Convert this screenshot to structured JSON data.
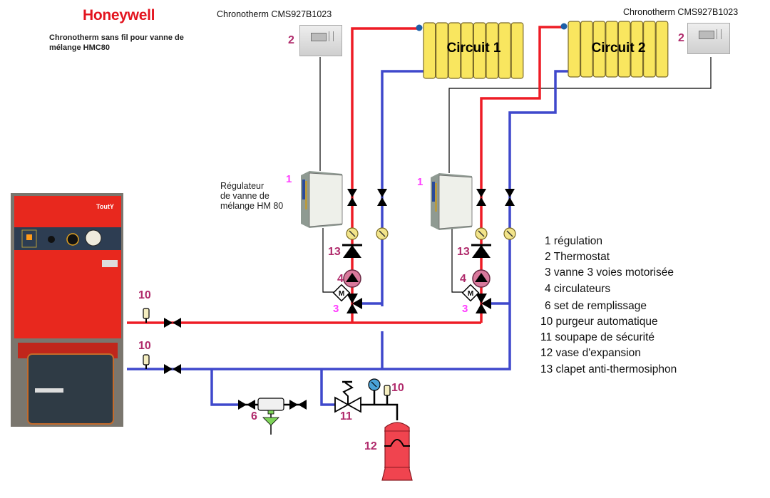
{
  "header": {
    "brand": "Honeywell",
    "subtitle": "Chronotherm sans fil pour vanne de mélange HMC80"
  },
  "thermostats": [
    {
      "label": "Chronotherm CMS927B1023",
      "number": "2"
    },
    {
      "label": "Chronotherm CMS927B1023",
      "number": "2"
    }
  ],
  "radiators": [
    {
      "label": "Circuit 1"
    },
    {
      "label": "Circuit 2"
    }
  ],
  "regulators": [
    {
      "label_lines": [
        "Régulateur",
        "de vanne de",
        "mélange HM 80"
      ],
      "number": "1"
    },
    {
      "number": "1"
    }
  ],
  "circuit_components": {
    "clapet": "13",
    "circulateur": "4",
    "vanne": "3"
  },
  "supply_components": {
    "purgeur_supply": "10",
    "purgeur_return": "10",
    "set_remplissage": "6",
    "soupape": "11",
    "vase": "12",
    "purgeur_vase": "10"
  },
  "legend": [
    "1 régulation",
    "2 Thermostat",
    "3 vanne 3 voies motorisée",
    "4 circulateurs",
    "6 set de remplissage",
    "10 purgeur automatique",
    "11 soupape de sécurité",
    "12 vase d'expansion",
    "13 clapet anti-thermosiphon"
  ],
  "colors": {
    "brand": "#e3141f",
    "supply_pipe": "#ee1c25",
    "return_pipe": "#3f48cc",
    "radiator": "#f9e65f",
    "number_label": "#b02a6b",
    "number_label_alt": "#ff3dff",
    "boiler": "#e8281e",
    "vessel": "#f0444f"
  }
}
